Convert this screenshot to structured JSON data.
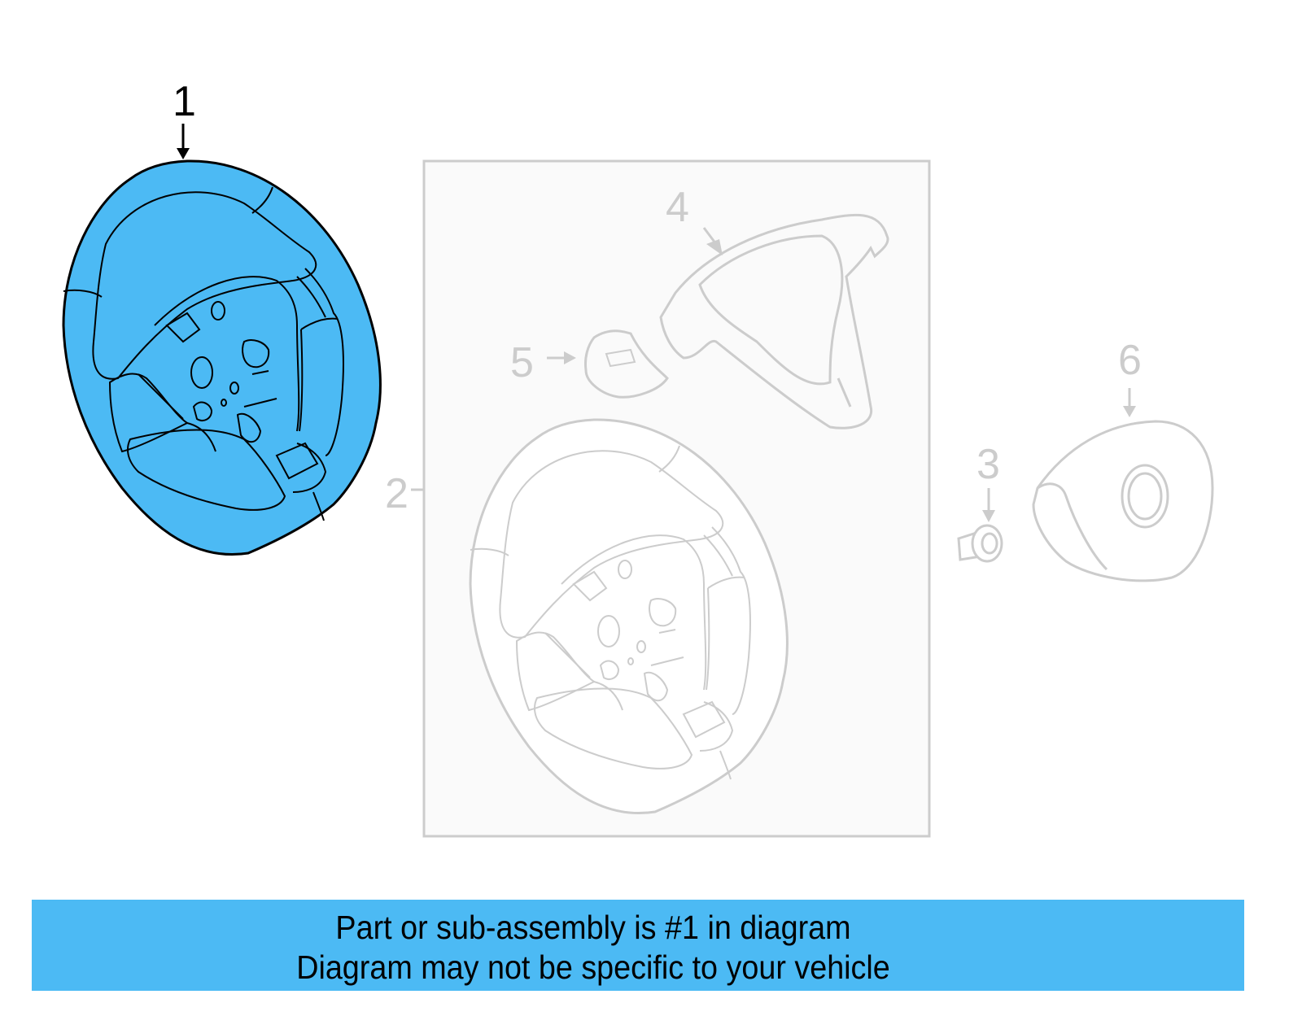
{
  "diagram": {
    "title": "Steering wheel assembly parts diagram",
    "highlight_color": "#4cbaf4",
    "inactive_color": "#cccccc",
    "callouts": [
      {
        "number": "1",
        "part": "steering-wheel",
        "highlighted": true
      },
      {
        "number": "2",
        "part": "steering-wheel-assembly-group",
        "highlighted": false
      },
      {
        "number": "3",
        "part": "bolt",
        "highlighted": false
      },
      {
        "number": "4",
        "part": "trim-cover",
        "highlighted": false
      },
      {
        "number": "5",
        "part": "switch",
        "highlighted": false
      },
      {
        "number": "6",
        "part": "airbag-module",
        "highlighted": false
      }
    ]
  },
  "banner": {
    "line1": "Part or sub-assembly is #1 in diagram",
    "line2": "Diagram may not be specific to your vehicle",
    "background": "#4cbaf4"
  }
}
